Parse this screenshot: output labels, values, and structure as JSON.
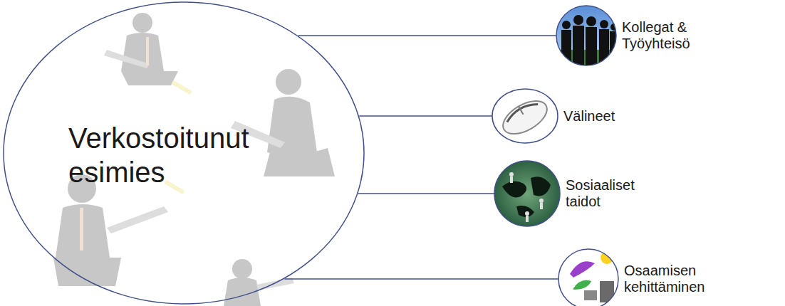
{
  "diagram": {
    "nodes": [
      {
        "text": [
          "Verkostoitunut esimies"
        ]
      },
      {
        "text": [
          "Kollegat & Työyhteisö"
        ]
      },
      {
        "text": [
          "Välineet"
        ]
      },
      {
        "text": [
          "Sosiaaliset taidot"
        ]
      },
      {
        "text": [
          "Osaamisen kehittäminen"
        ]
      }
    ],
    "edges": [
      {
        "from": 0,
        "to": 1,
        "arrow": "none"
      },
      {
        "from": 0,
        "to": 2,
        "arrow": "none"
      },
      {
        "from": 0,
        "to": 3,
        "arrow": "none"
      },
      {
        "from": 0,
        "to": 4,
        "arrow": "none"
      }
    ]
  }
}
